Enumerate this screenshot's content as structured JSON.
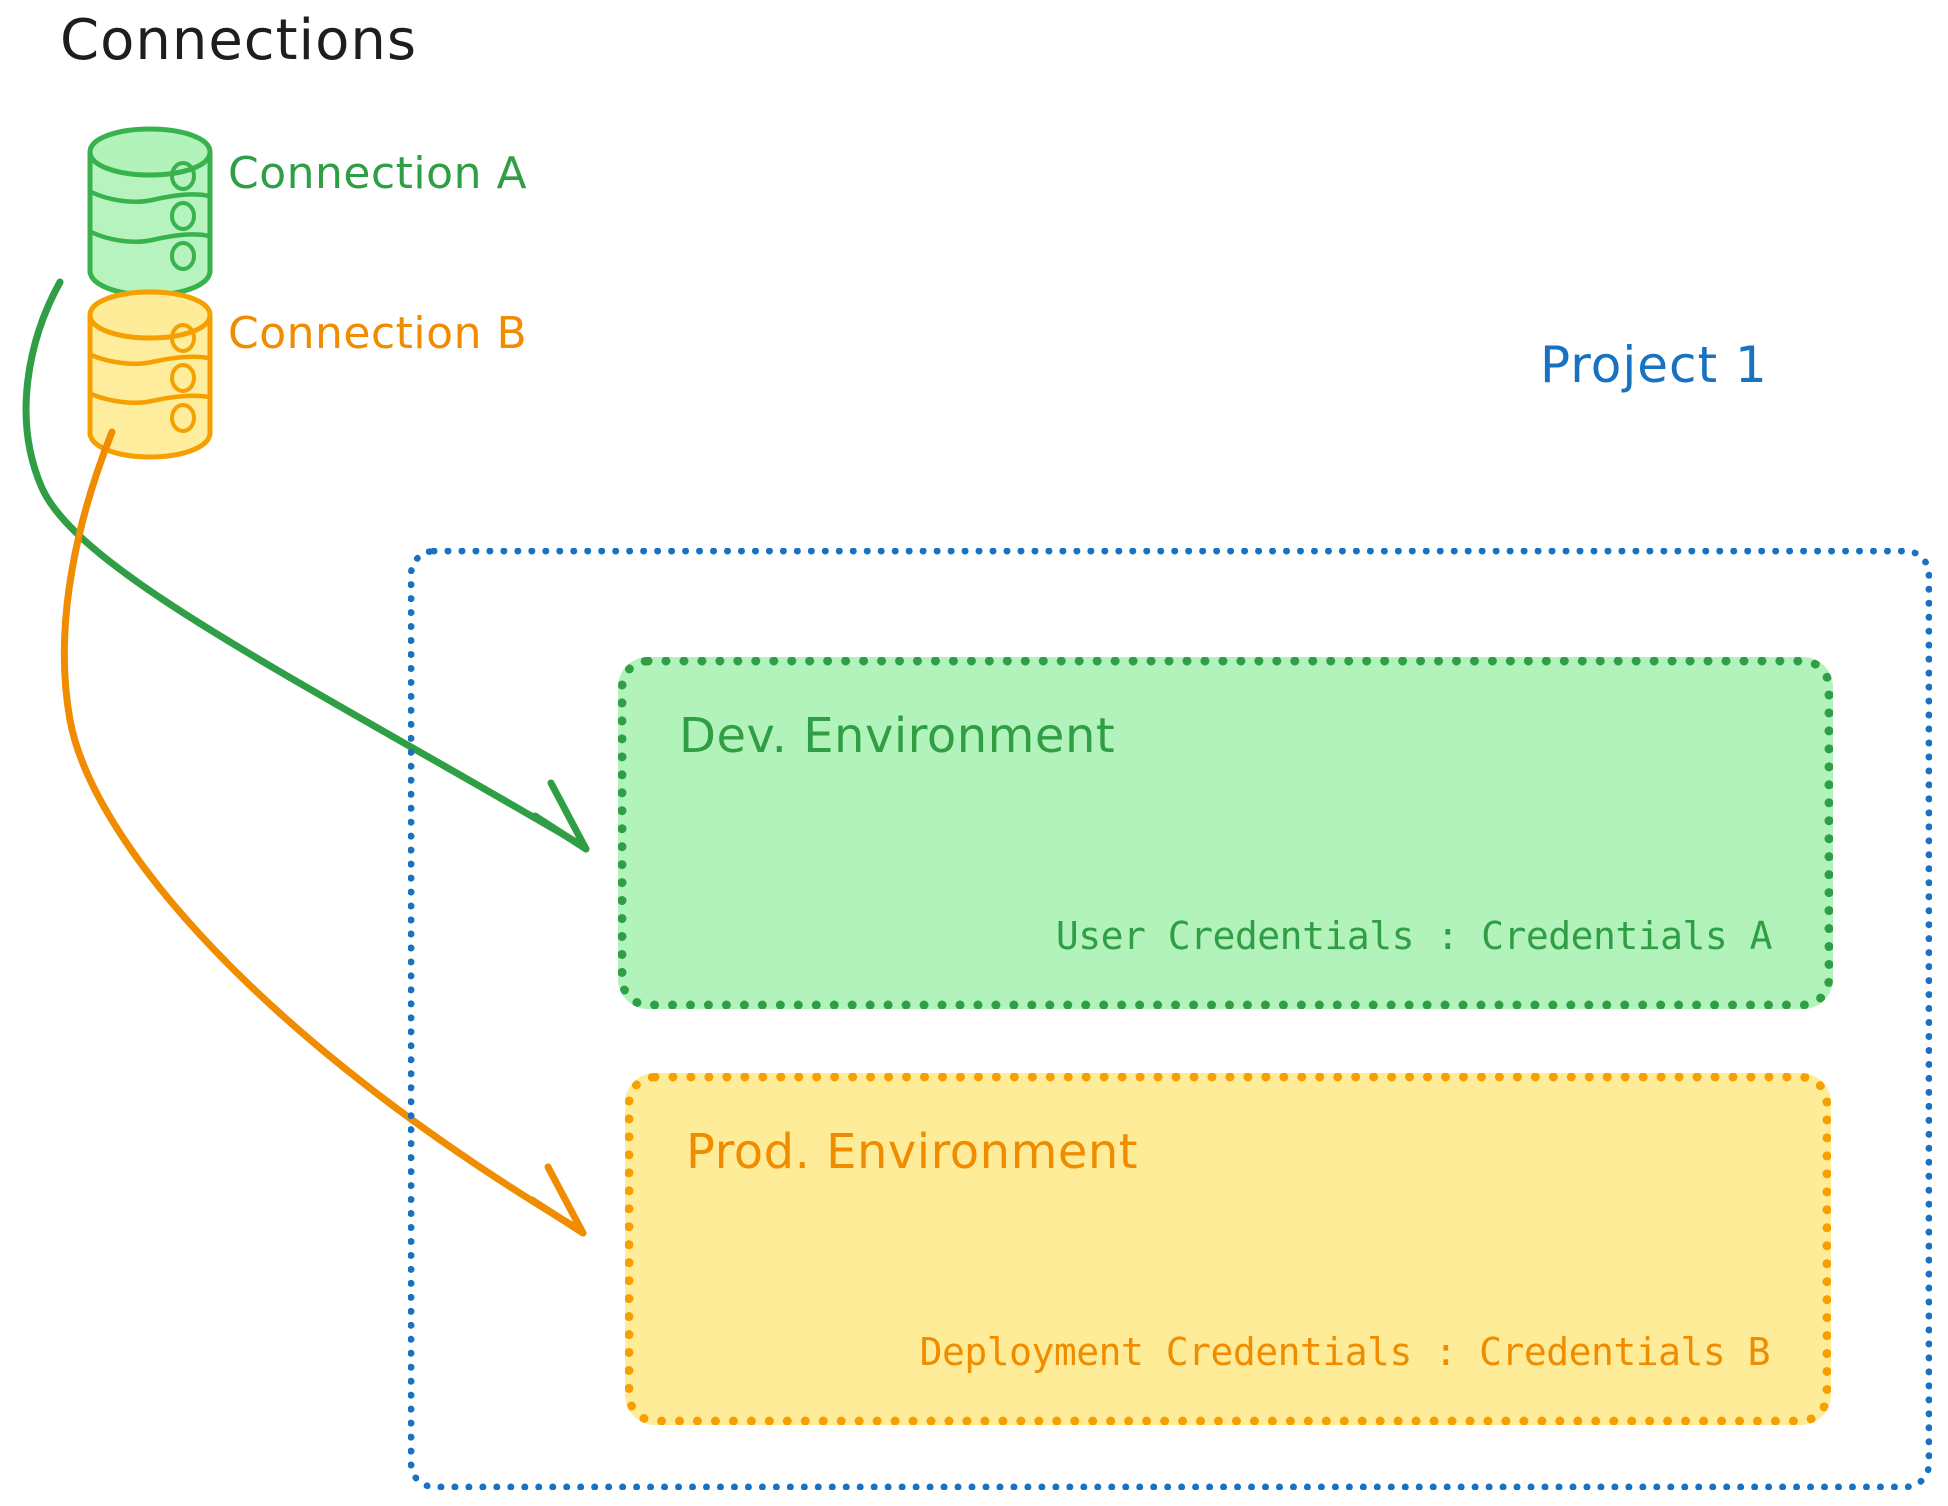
{
  "heading": "Connections",
  "connections": [
    {
      "id": "connection-a",
      "label": "Connection A",
      "icon": "database-icon",
      "color": "#2f9e44",
      "fill": "#b2f2bb"
    },
    {
      "id": "connection-b",
      "label": "Connection B",
      "icon": "database-icon",
      "color": "#f08c00",
      "fill": "#ffec99"
    }
  ],
  "project": {
    "label": "Project 1",
    "color": "#1971c2",
    "environments": [
      {
        "id": "dev-environment",
        "title": "Dev. Environment",
        "credentials": "User Credentials : Credentials A",
        "color": "#2f9e44",
        "border": "#2f9e44",
        "fill": "#b2f2bb"
      },
      {
        "id": "prod-environment",
        "title": "Prod. Environment",
        "credentials": "Deployment Credentials : Credentials B",
        "color": "#f08c00",
        "border": "#f59f00",
        "fill": "#ffec99"
      }
    ]
  },
  "arrows": [
    {
      "id": "arrow-connection-a-to-dev",
      "from": "connection-a",
      "to": "dev-environment",
      "color": "#2f9e44"
    },
    {
      "id": "arrow-connection-b-to-prod",
      "from": "connection-b",
      "to": "prod-environment",
      "color": "#f08c00"
    }
  ]
}
